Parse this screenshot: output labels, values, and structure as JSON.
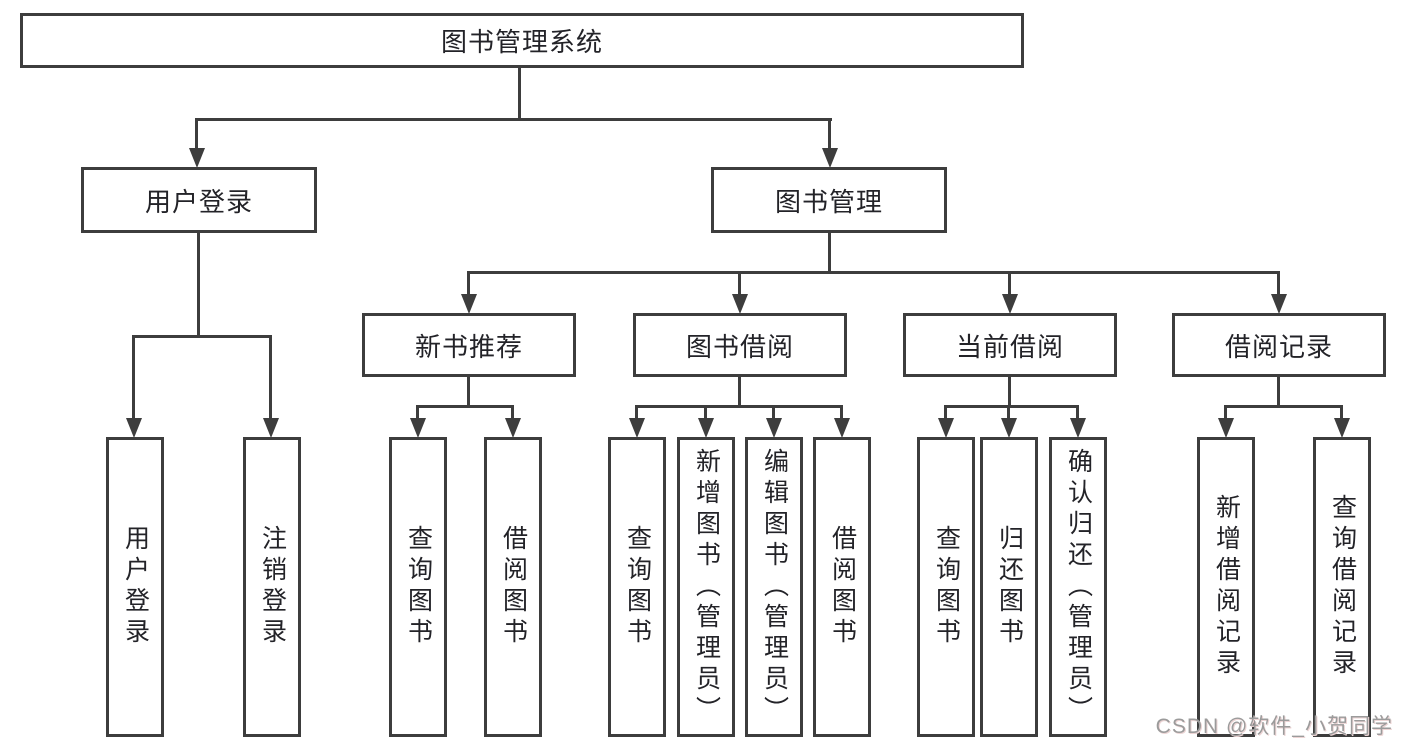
{
  "colors": {
    "line": "#3d3d3d",
    "text": "#232328",
    "watermark": "#9b9b9b",
    "background": "#ffffff"
  },
  "diagram": {
    "root": {
      "label": "图书管理系统"
    },
    "level2": [
      {
        "label": "用户登录"
      },
      {
        "label": "图书管理"
      }
    ],
    "level3": [
      {
        "label": "新书推荐"
      },
      {
        "label": "图书借阅"
      },
      {
        "label": "当前借阅"
      },
      {
        "label": "借阅记录"
      }
    ],
    "leaves": [
      {
        "label": "用户登录"
      },
      {
        "label": "注销登录"
      },
      {
        "label": "查询图书"
      },
      {
        "label": "借阅图书"
      },
      {
        "label": "查询图书"
      },
      {
        "label": "新增图书（管理员）"
      },
      {
        "label": "编辑图书（管理员）"
      },
      {
        "label": "借阅图书"
      },
      {
        "label": "查询图书"
      },
      {
        "label": "归还图书"
      },
      {
        "label": "确认归还（管理员）"
      },
      {
        "label": "新增借阅记录"
      },
      {
        "label": "查询借阅记录"
      }
    ]
  },
  "watermark": {
    "text": "CSDN @软件_小贺同学"
  }
}
